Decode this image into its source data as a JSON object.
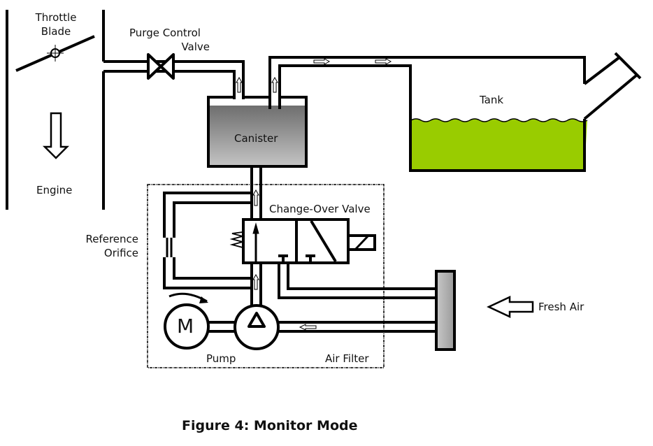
{
  "diagram": {
    "title": "Figure 4: Monitor Mode",
    "labels": {
      "throttle_blade": [
        "Throttle",
        "Blade"
      ],
      "engine": "Engine",
      "purge_control_valve": [
        "Purge Control",
        "Valve"
      ],
      "canister": "Canister",
      "tank": "Tank",
      "change_over_valve": "Change-Over Valve",
      "reference_orifice": [
        "Reference",
        "Orifice"
      ],
      "motor": "M",
      "pump": "Pump",
      "air_filter": "Air Filter",
      "fresh_air": "Fresh Air"
    },
    "colors": {
      "line": "#000000",
      "fuel": "#99cc00",
      "canister_top": "#6e6e6e",
      "canister_bottom": "#c4c4c4",
      "filter": "#b0b0b0"
    }
  }
}
